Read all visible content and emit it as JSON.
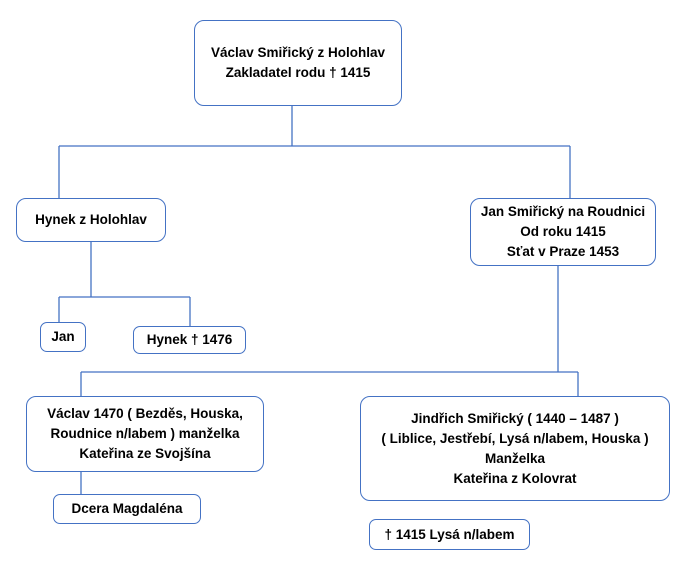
{
  "nodes": {
    "vaclav_smiricky": {
      "lines": [
        "Václav Smiřický z Holohlav",
        "Zakladatel rodu † 1415"
      ]
    },
    "hynek_z_holohlav": {
      "lines": [
        "Hynek z Holohlav"
      ]
    },
    "jan_smiricky": {
      "lines": [
        "Jan Smiřický na Roudnici",
        "Od roku 1415",
        "Sťat v Praze 1453"
      ]
    },
    "jan": {
      "lines": [
        "Jan"
      ]
    },
    "hynek_1476": {
      "lines": [
        "Hynek † 1476"
      ]
    },
    "vaclav_1470": {
      "lines": [
        "Václav 1470 ( Bezděs, Houska,",
        "Roudnice n/labem ) manželka",
        "Kateřina ze Svojšína"
      ]
    },
    "jindrich_smiricky": {
      "lines": [
        "Jindřich Smiřický ( 1440 – 1487 )",
        "( Liblice, Jestřebí, Lysá n/labem, Houska )",
        "Manželka",
        "Kateřina z Kolovrat"
      ]
    },
    "dcera_magdalena": {
      "lines": [
        "Dcera Magdaléna"
      ]
    },
    "callout_lysa": {
      "lines": [
        "† 1415 Lysá n/labem"
      ]
    }
  },
  "colors": {
    "border": "#4472c4",
    "connector": "#4472c4",
    "text": "#000000",
    "background": "#ffffff"
  }
}
